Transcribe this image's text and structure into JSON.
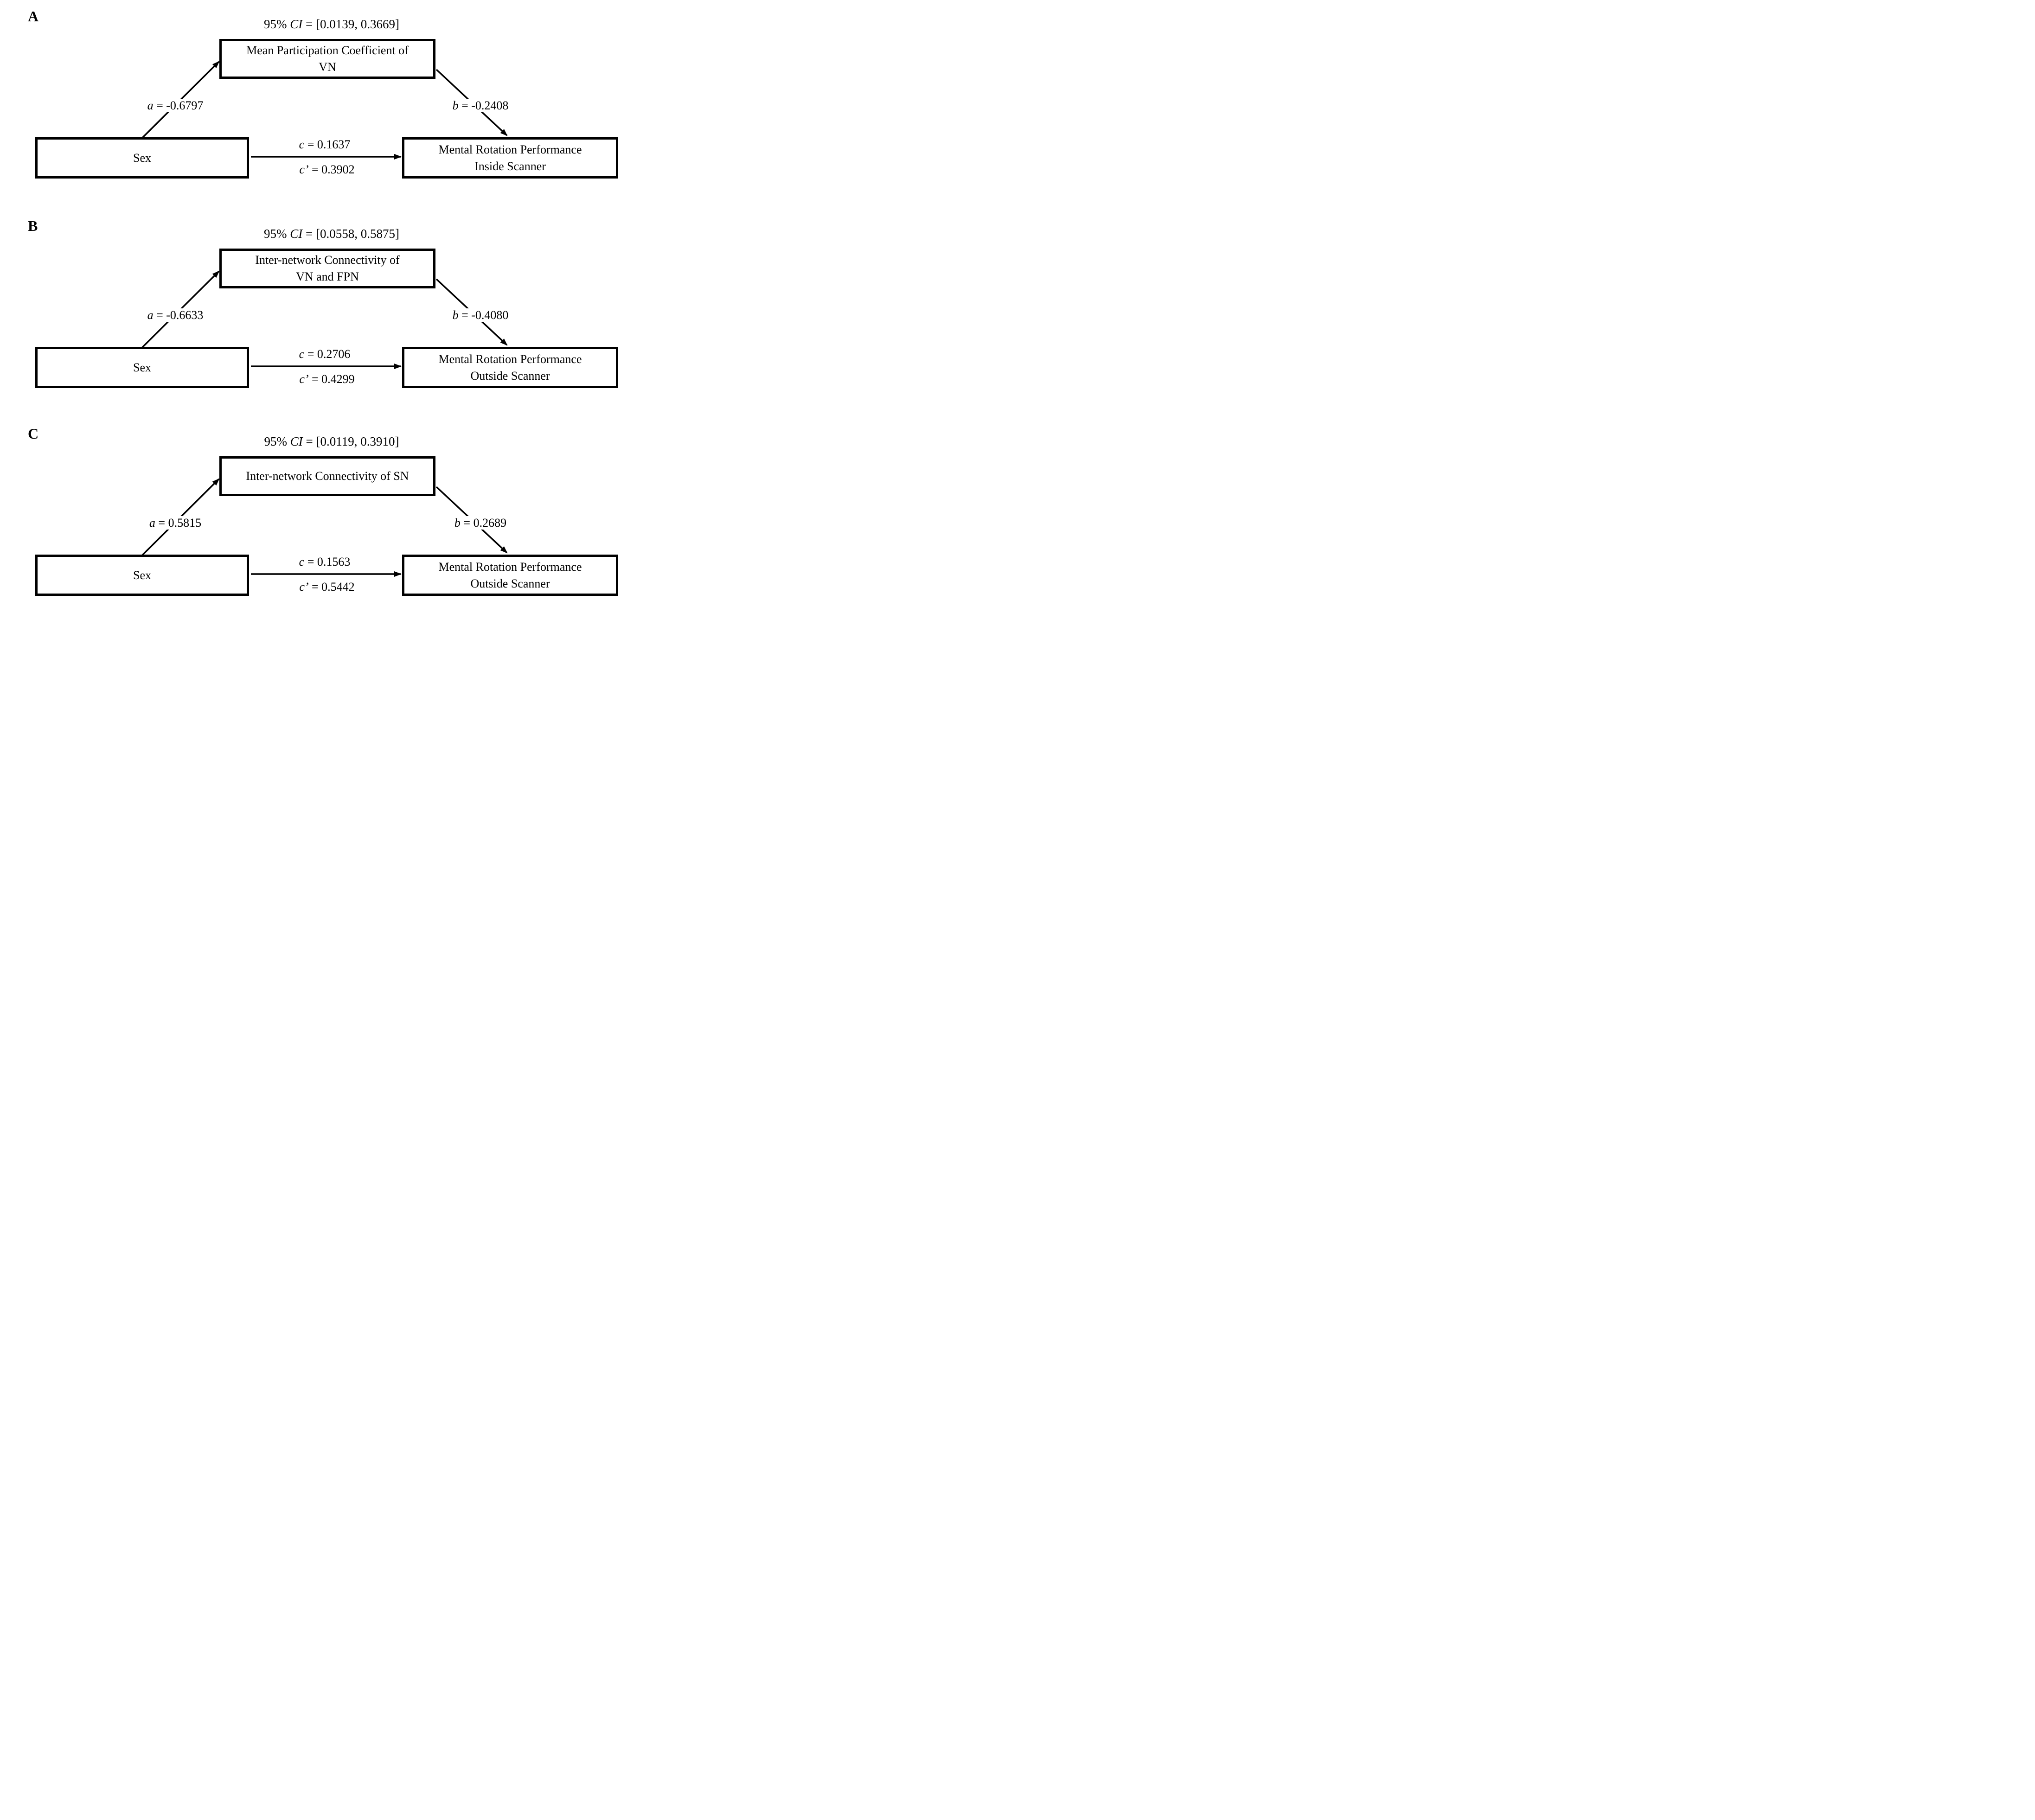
{
  "figure": {
    "colors": {
      "ink": "#000000",
      "background": "#ffffff"
    },
    "panels": [
      {
        "label": "A",
        "ci": {
          "prefix": "95%",
          "var": "CI",
          "rest": "= [0.0139, 0.3669]"
        },
        "mediator_lines": [
          "Mean Participation Coefficient of",
          "VN"
        ],
        "predictor": "Sex",
        "outcome_lines": [
          "Mental Rotation Performance",
          "Inside Scanner"
        ],
        "path_a": {
          "var": "a",
          "rest": "= -0.6797"
        },
        "path_b": {
          "var": "b",
          "rest": "= -0.2408"
        },
        "path_c": {
          "var": "c",
          "rest": "= 0.1637"
        },
        "path_c_prime": {
          "var": "c’",
          "rest": "= 0.3902"
        }
      },
      {
        "label": "B",
        "ci": {
          "prefix": "95%",
          "var": "CI",
          "rest": "= [0.0558, 0.5875]"
        },
        "mediator_lines": [
          "Inter-network Connectivity of",
          "VN and FPN"
        ],
        "predictor": "Sex",
        "outcome_lines": [
          "Mental Rotation Performance",
          "Outside Scanner"
        ],
        "path_a": {
          "var": "a",
          "rest": "= -0.6633"
        },
        "path_b": {
          "var": "b",
          "rest": "= -0.4080"
        },
        "path_c": {
          "var": "c",
          "rest": "= 0.2706"
        },
        "path_c_prime": {
          "var": "c’",
          "rest": "= 0.4299"
        }
      },
      {
        "label": "C",
        "ci": {
          "prefix": "95%",
          "var": "CI",
          "rest": "= [0.0119, 0.3910]"
        },
        "mediator_lines": [
          "Inter-network Connectivity of SN"
        ],
        "predictor": "Sex",
        "outcome_lines": [
          "Mental Rotation Performance",
          "Outside Scanner"
        ],
        "path_a": {
          "var": "a",
          "rest": "= 0.5815"
        },
        "path_b": {
          "var": "b",
          "rest": "= 0.2689"
        },
        "path_c": {
          "var": "c",
          "rest": "= 0.1563"
        },
        "path_c_prime": {
          "var": "c’",
          "rest": "= 0.5442"
        }
      }
    ]
  }
}
